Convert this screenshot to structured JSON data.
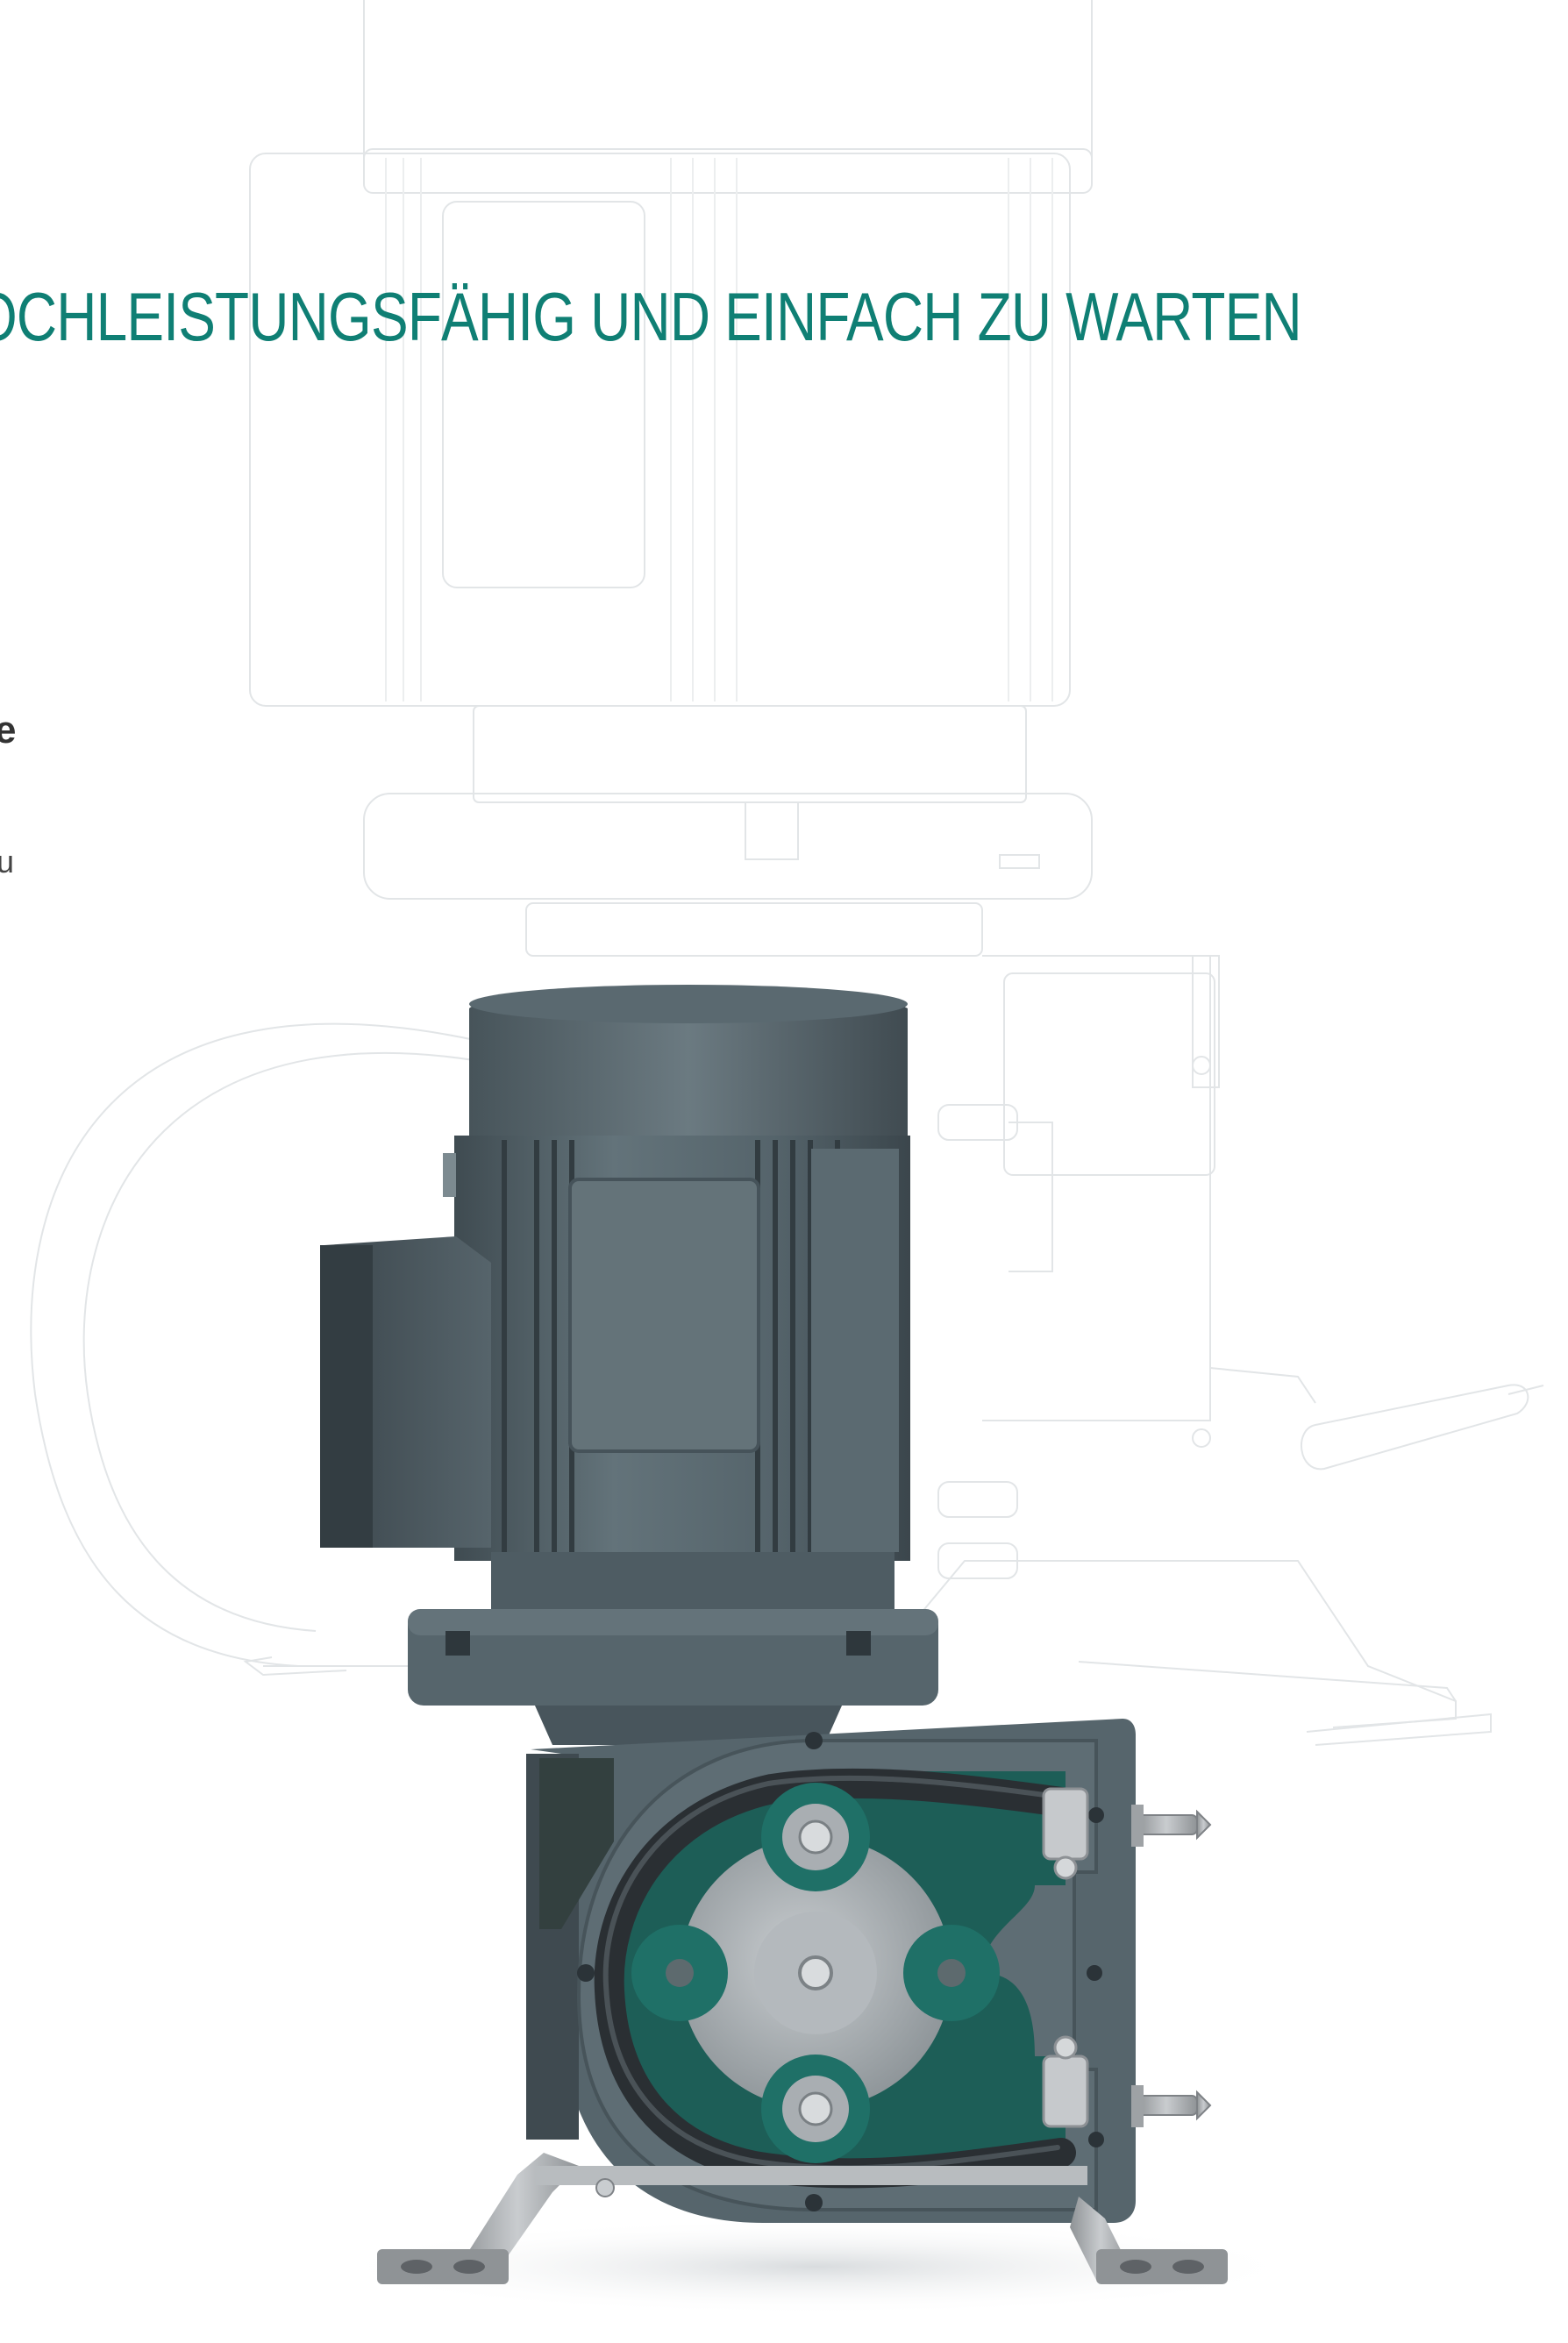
{
  "headline": "OCHLEISTUNGSFÄHIG UND EINFACH ZU WARTEN",
  "cut_off_text": {
    "bold_fragment": "e",
    "light_fragment": "u"
  },
  "colors": {
    "headline": "#0f7f74",
    "motor_body": "#56656c",
    "pump_rotor_green": "#1c6b63",
    "hose": "#2a2f33",
    "steel_feet": "#a7abae",
    "sketch_lines": "#e3e6e8",
    "background": "#ffffff"
  },
  "illustration": {
    "icon": "peristaltic-pump-illustration"
  }
}
